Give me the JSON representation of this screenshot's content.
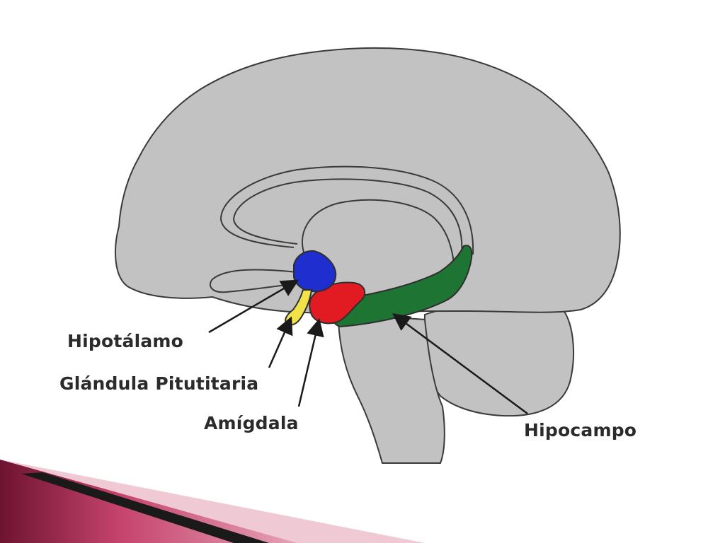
{
  "labels": {
    "hipotalamo": "Hipotálamo",
    "glandula_pituitaria": "Glándula Pitutitaria",
    "amigdala": "Amígdala",
    "hipocampo": "Hipocampo"
  },
  "colors": {
    "brain": "#c2c2c2",
    "outline": "#3a3a3a",
    "hypothalamus": "#1f2fcf",
    "pituitary": "#f2e24a",
    "amygdala": "#e21b23",
    "hippocampus": "#1e7432",
    "accent_dark": "#6d1330",
    "accent_mid": "#c5436c",
    "accent_light": "#efc9d4",
    "label_text": "#2b2b2b"
  }
}
